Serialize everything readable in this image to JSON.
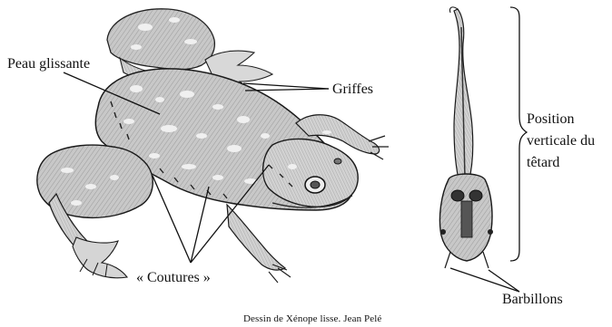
{
  "figure": {
    "labels": {
      "skin": "Peau glissante",
      "claws": "Griffes",
      "seams": "« Coutures »",
      "position_line1": "Position",
      "position_line2": "verticale du",
      "position_line3": "têtard",
      "barbels": "Barbillons"
    },
    "caption": "Dessin de Xénope lisse. Jean Pelé",
    "colors": {
      "ink": "#111111",
      "background": "#ffffff",
      "body_shading": "#c4c4c4",
      "spots": "#ececec"
    }
  }
}
